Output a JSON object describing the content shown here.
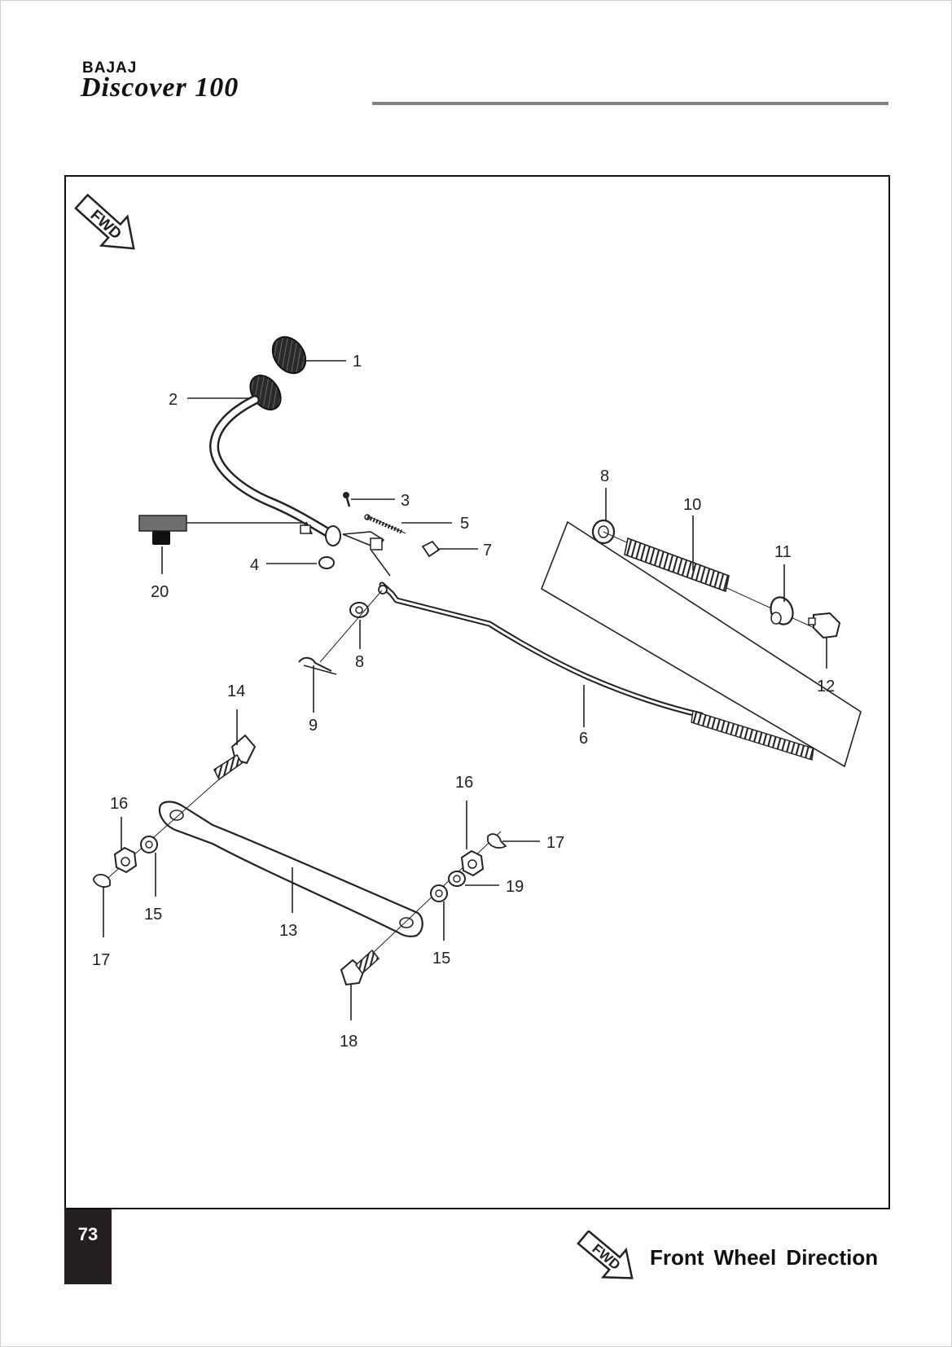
{
  "header": {
    "brand": "BAJAJ",
    "model": "Discover 100"
  },
  "diagram": {
    "fwd_badge": "FWD",
    "callouts": [
      {
        "id": "c1",
        "text": "1"
      },
      {
        "id": "c2",
        "text": "2"
      },
      {
        "id": "c3",
        "text": "3"
      },
      {
        "id": "c4",
        "text": "4"
      },
      {
        "id": "c5",
        "text": "5"
      },
      {
        "id": "c6",
        "text": "6"
      },
      {
        "id": "c7",
        "text": "7"
      },
      {
        "id": "c8a",
        "text": "8"
      },
      {
        "id": "c8b",
        "text": "8"
      },
      {
        "id": "c9",
        "text": "9"
      },
      {
        "id": "c10",
        "text": "10"
      },
      {
        "id": "c11",
        "text": "11"
      },
      {
        "id": "c12",
        "text": "12"
      },
      {
        "id": "c13",
        "text": "13"
      },
      {
        "id": "c14",
        "text": "14"
      },
      {
        "id": "c15a",
        "text": "15"
      },
      {
        "id": "c15b",
        "text": "15"
      },
      {
        "id": "c16a",
        "text": "16"
      },
      {
        "id": "c16b",
        "text": "16"
      },
      {
        "id": "c17a",
        "text": "17"
      },
      {
        "id": "c17b",
        "text": "17"
      },
      {
        "id": "c18",
        "text": "18"
      },
      {
        "id": "c19",
        "text": "19"
      },
      {
        "id": "c20",
        "text": "20"
      }
    ]
  },
  "footer": {
    "page_number": "73",
    "fwd_badge": "FWD",
    "legend_text": "Front Wheel Direction"
  }
}
